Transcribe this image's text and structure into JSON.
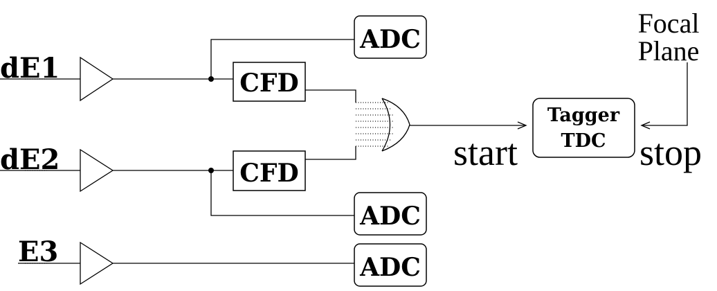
{
  "inputs": {
    "de1": "dE1",
    "de2": "dE2",
    "e3": "E3"
  },
  "blocks": {
    "adc_top": "ADC",
    "cfd_top": "CFD",
    "cfd_bottom": "CFD",
    "adc_mid": "ADC",
    "adc_bottom": "ADC",
    "tdc_line1": "Tagger",
    "tdc_line2": "TDC"
  },
  "signals": {
    "start": "start",
    "stop": "stop",
    "focal_line1": "Focal",
    "focal_line2": "Plane"
  }
}
